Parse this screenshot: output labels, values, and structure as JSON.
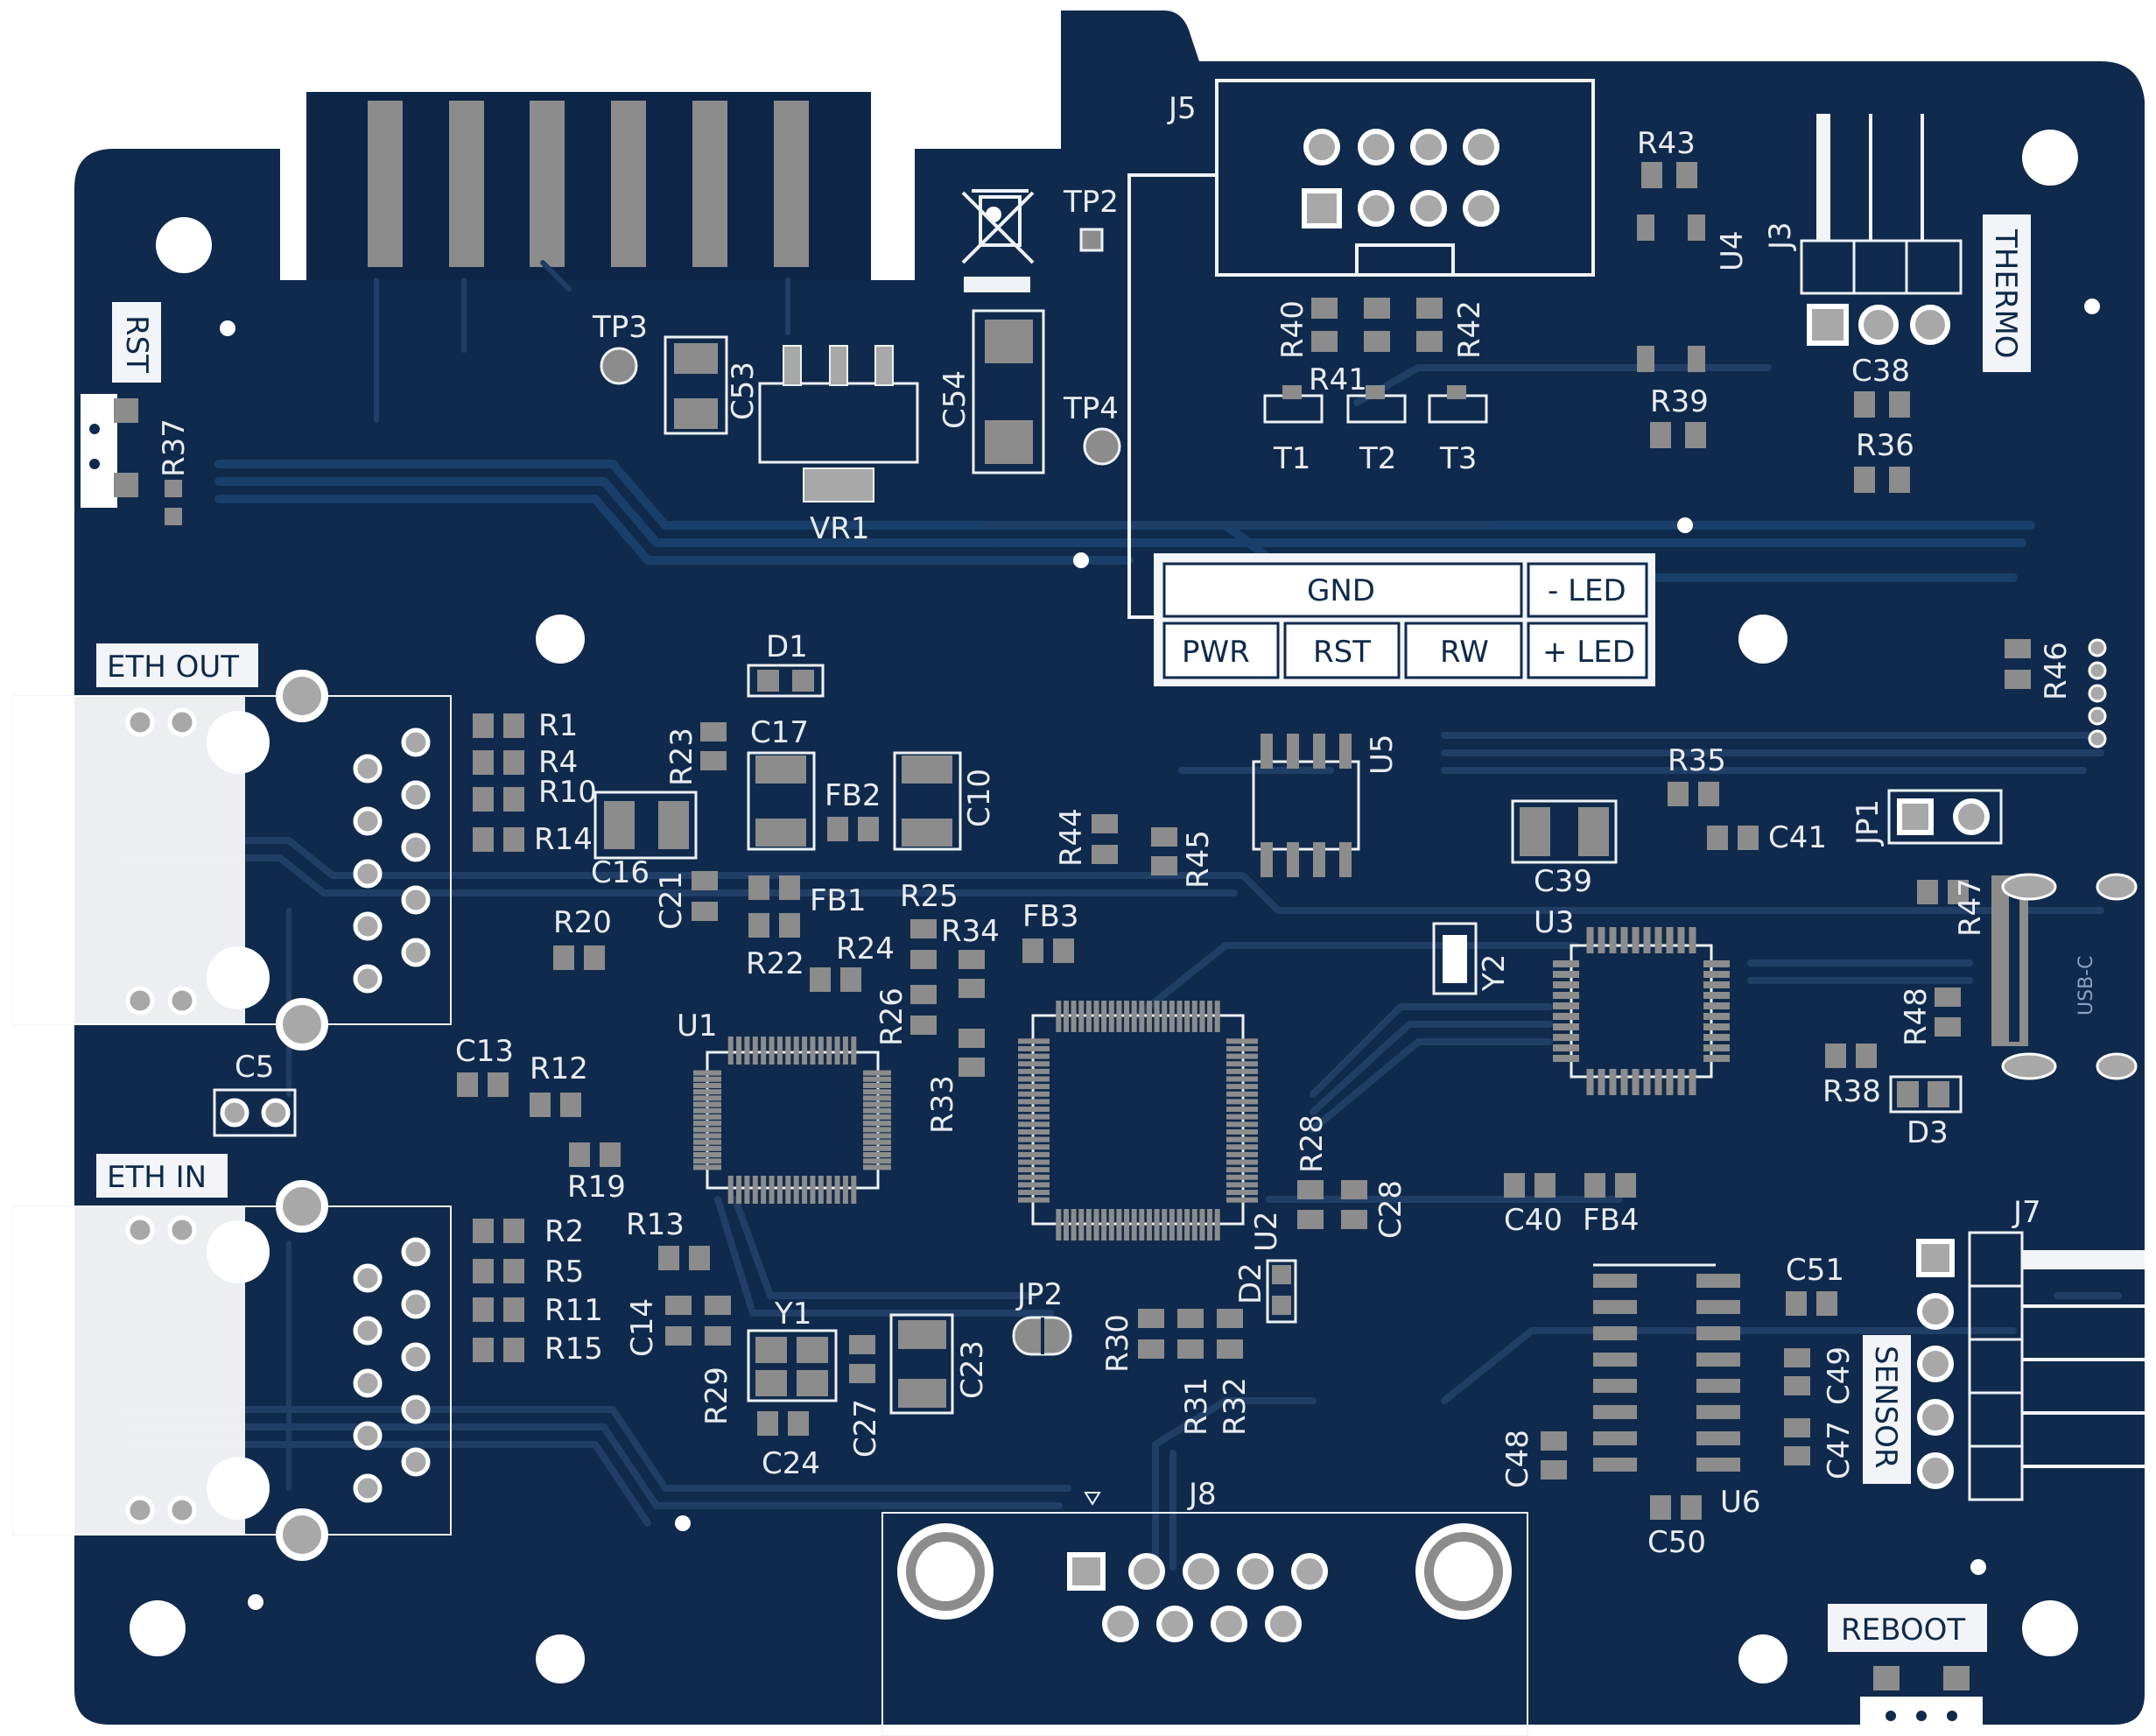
{
  "board": {
    "background_color": "#0f2a4c",
    "silkscreen_color": "#eef2f6",
    "pad_color": "#8c8c8c"
  },
  "boxed_labels": {
    "rst": "RST",
    "eth_out": "ETH OUT",
    "eth_in": "ETH IN",
    "thermo": "THERMO",
    "sensor": "SENSOR",
    "reboot": "REBOOT"
  },
  "header_table": {
    "gnd": "GND",
    "minus_led": "- LED",
    "pwr": "PWR",
    "rst": "RST",
    "rw": "RW",
    "plus_led": "+ LED"
  },
  "small_text": {
    "usb_c": "USB-C"
  },
  "designators": {
    "J5": "J5",
    "TP2": "TP2",
    "TP3": "TP3",
    "TP4": "TP4",
    "C53": "C53",
    "C54": "C54",
    "VR1": "VR1",
    "R43": "R43",
    "U4": "U4",
    "J3": "J3",
    "R40": "R40",
    "R41": "R41",
    "R42": "R42",
    "T1": "T1",
    "T2": "T2",
    "T3": "T3",
    "R39": "R39",
    "C38": "C38",
    "R36": "R36",
    "R37": "R37",
    "D1": "D1",
    "R1": "R1",
    "R4": "R4",
    "R10": "R10",
    "R14": "R14",
    "R23": "R23",
    "C17": "C17",
    "FB2": "FB2",
    "C10": "C10",
    "C16": "C16",
    "C21": "C21",
    "FB1": "FB1",
    "R25": "R25",
    "R34": "R34",
    "FB3": "FB3",
    "R44": "R44",
    "R45": "R45",
    "U5": "U5",
    "R35": "R35",
    "C41": "C41",
    "JP1": "JP1",
    "R46": "R46",
    "C39": "C39",
    "U3": "U3",
    "Y2": "Y2",
    "R47": "R47",
    "R48": "R48",
    "R38": "R38",
    "D3": "D3",
    "R20": "R20",
    "R22": "R22",
    "R24": "R24",
    "R26": "R26",
    "U1": "U1",
    "C5": "C5",
    "C13": "C13",
    "R12": "R12",
    "R19": "R19",
    "R33": "R33",
    "R28": "R28",
    "C28": "C28",
    "U2": "U2",
    "C40": "C40",
    "FB4": "FB4",
    "R13": "R13",
    "C14": "C14",
    "Y1": "Y1",
    "JP2": "JP2",
    "D2": "D2",
    "R2": "R2",
    "R5": "R5",
    "R11": "R11",
    "R15": "R15",
    "R29": "R29",
    "C24": "C24",
    "C27": "C27",
    "C23": "C23",
    "R30": "R30",
    "R31": "R31",
    "R32": "R32",
    "J7": "J7",
    "C51": "C51",
    "C49": "C49",
    "C47": "C47",
    "C48": "C48",
    "U6": "U6",
    "C50": "C50",
    "J8": "J8"
  }
}
